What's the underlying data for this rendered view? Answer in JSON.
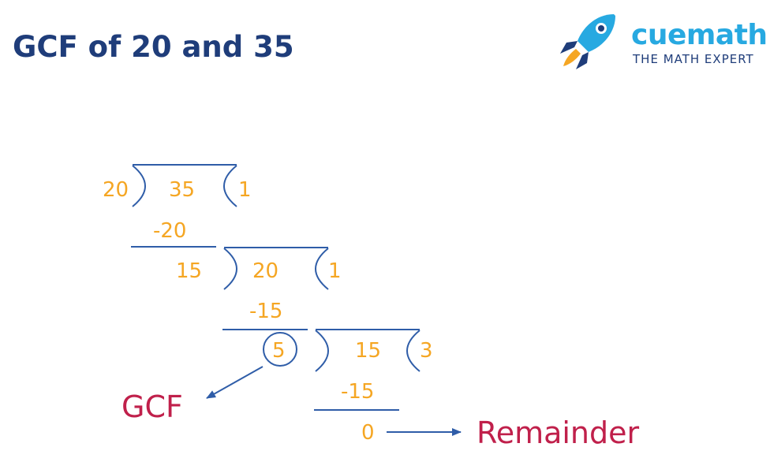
{
  "title": "GCF of 20 and 35",
  "logo": {
    "brand_part1": "cue",
    "brand_part2": "math",
    "tagline": "THE MATH EXPERT"
  },
  "colors": {
    "title": "#1f3d7a",
    "numbers": "#f5a623",
    "lines": "#2f5da8",
    "labels": "#c0204b",
    "brand": "#27a9e1"
  },
  "steps": [
    {
      "divisor": "20",
      "dividend": "35",
      "quotient": "1",
      "subtract": "-20",
      "remainder": "15"
    },
    {
      "divisor": "15",
      "dividend": "20",
      "quotient": "1",
      "subtract": "-15",
      "remainder": "5"
    },
    {
      "divisor": "5",
      "dividend": "15",
      "quotient": "3",
      "subtract": "-15",
      "remainder": "0"
    }
  ],
  "labels": {
    "gcf": "GCF",
    "remainder": "Remainder"
  }
}
